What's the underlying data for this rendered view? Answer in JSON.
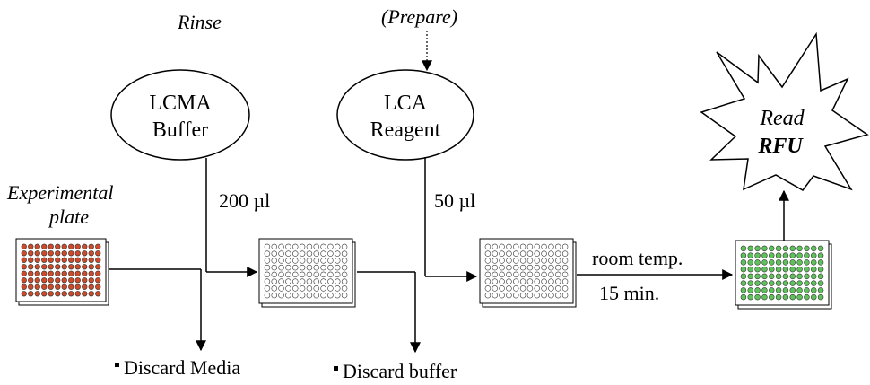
{
  "labels": {
    "rinse": "Rinse",
    "prepare": "(Prepare)",
    "lcma_line1": "LCMA",
    "lcma_line2": "Buffer",
    "lca_line1": "LCA",
    "lca_line2": "Reagent",
    "experimental_line1": "Experimental",
    "experimental_line2": "plate",
    "vol_200": "200  µl",
    "vol_50": "50  µl",
    "room_temp": "room temp.",
    "time": "15  min.",
    "read": "Read",
    "rfu": "RFU",
    "discard_media": "Discard Media",
    "discard_buffer": "Discard buffer"
  },
  "colors": {
    "experimental_well": "#cc4a2a",
    "read_well": "#5ec25a",
    "empty_well": "#ffffff"
  }
}
